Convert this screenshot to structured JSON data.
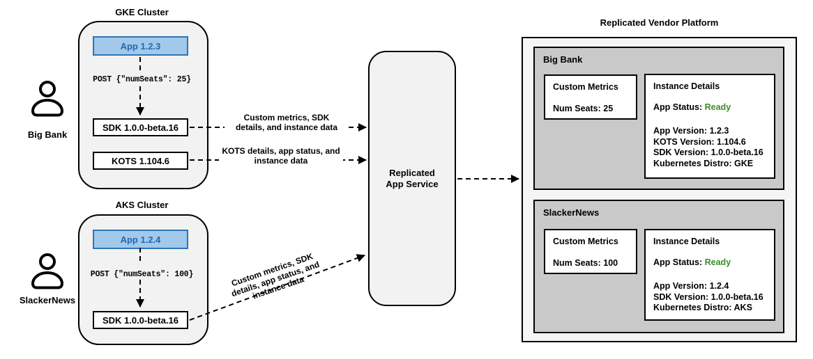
{
  "colors": {
    "cluster_fill": "#F2F2F2",
    "platform_fill": "#F5F5F5",
    "panel_fill": "#C9C9C9",
    "app_fill": "#A2C8EA",
    "app_border": "#2E75B5",
    "app_text": "#2268B0",
    "status_ready": "#3C8C28"
  },
  "actors": [
    {
      "name": "Big Bank"
    },
    {
      "name": "SlackerNews"
    }
  ],
  "clusters": [
    {
      "title": "GKE Cluster",
      "app": "App 1.2.3",
      "post": "POST {\"numSeats\": 25}",
      "sdk": "SDK 1.0.0-beta.16",
      "kots": "KOTS 1.104.6"
    },
    {
      "title": "AKS Cluster",
      "app": "App 1.2.4",
      "post": "POST {\"numSeats\": 100}",
      "sdk": "SDK 1.0.0-beta.16"
    }
  ],
  "connectors": {
    "bigbank_sdk": {
      "lines": [
        "Custom metrics, SDK",
        "details, and instance data"
      ]
    },
    "bigbank_kots": {
      "lines": [
        "KOTS details, app status, and",
        "instance data"
      ]
    },
    "slackernews_sdk": {
      "lines": [
        "Custom metrics, SDK",
        "details, app status, and",
        "instance data"
      ]
    }
  },
  "service": {
    "lines": [
      "Replicated",
      "App Service"
    ]
  },
  "platform": {
    "title": "Replicated Vendor Platform",
    "tenants": [
      {
        "name": "Big Bank",
        "metrics_title": "Custom Metrics",
        "metrics_value": "Num Seats: 25",
        "details_title": "Instance Details",
        "status_label": "App Status:",
        "status_value": "Ready",
        "detail_lines": [
          "App Version: 1.2.3",
          "KOTS Version: 1.104.6",
          "SDK Version: 1.0.0-beta.16",
          "Kubernetes Distro: GKE"
        ]
      },
      {
        "name": "SlackerNews",
        "metrics_title": "Custom Metrics",
        "metrics_value": "Num Seats: 100",
        "details_title": "Instance Details",
        "status_label": "App Status:",
        "status_value": "Ready",
        "detail_lines": [
          "App Version: 1.2.4",
          "SDK Version: 1.0.0-beta.16",
          "Kubernetes Distro: AKS"
        ]
      }
    ]
  }
}
